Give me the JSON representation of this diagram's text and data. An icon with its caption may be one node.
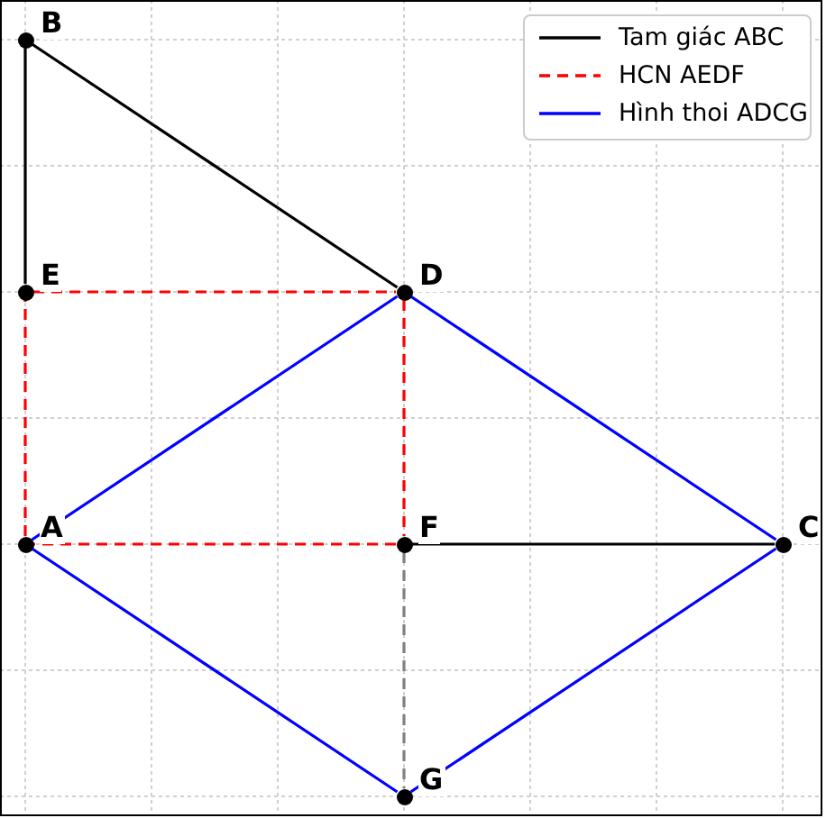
{
  "diagram": {
    "nodes": [
      {
        "text": [
          "B"
        ]
      },
      {
        "text": [
          "E"
        ]
      },
      {
        "text": [
          "D"
        ]
      },
      {
        "text": [
          "A"
        ]
      },
      {
        "text": [
          "F"
        ]
      },
      {
        "text": [
          "C"
        ]
      },
      {
        "text": [
          "G"
        ]
      }
    ],
    "edges": [
      {
        "from": 0,
        "to": 1,
        "arrow": "none",
        "color": "#000000"
      },
      {
        "from": 0,
        "to": 2,
        "arrow": "none",
        "color": "#000000"
      },
      {
        "from": 4,
        "to": 5,
        "arrow": "none",
        "color": "#000000"
      },
      {
        "from": 3,
        "to": 1,
        "arrow": "none",
        "style": "dashed",
        "color": "#ff0000"
      },
      {
        "from": 1,
        "to": 2,
        "arrow": "none",
        "style": "dashed",
        "color": "#ff0000"
      },
      {
        "from": 2,
        "to": 4,
        "arrow": "none",
        "style": "dashed",
        "color": "#ff0000"
      },
      {
        "from": 4,
        "to": 3,
        "arrow": "none",
        "style": "dashed",
        "color": "#ff0000"
      },
      {
        "from": 3,
        "to": 2,
        "arrow": "none",
        "color": "#0000ff"
      },
      {
        "from": 2,
        "to": 5,
        "arrow": "none",
        "color": "#0000ff"
      },
      {
        "from": 5,
        "to": 6,
        "arrow": "none",
        "color": "#0000ff"
      },
      {
        "from": 6,
        "to": 3,
        "arrow": "none",
        "color": "#0000ff"
      },
      {
        "from": 4,
        "to": 6,
        "arrow": "none",
        "style": "dashed",
        "color": "#808080"
      }
    ],
    "legend": [
      {
        "text": "Tam giác ABC"
      },
      {
        "text": "HCN AEDF"
      },
      {
        "text": "Hình thoi ADCG"
      }
    ]
  }
}
